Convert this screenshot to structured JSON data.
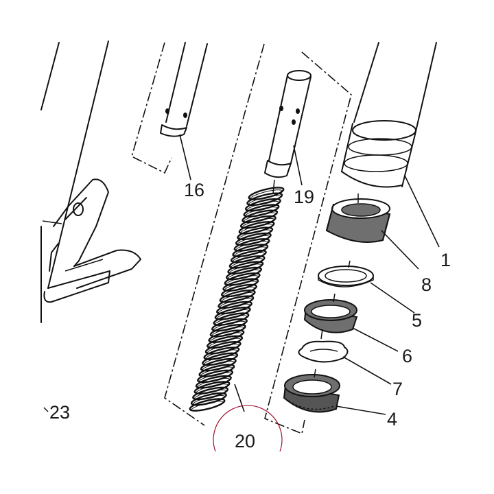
{
  "callouts": {
    "c16": "16",
    "c19": "19",
    "c11": "1",
    "c8": "8",
    "c5": "5",
    "c6": "6",
    "c7": "7",
    "c4": "4",
    "c20": "20",
    "c23": "23"
  },
  "colors": {
    "line": "#111111",
    "gray_part": "#6f6f6f",
    "gray_dark": "#555555",
    "accent_circle": "#a01030"
  }
}
